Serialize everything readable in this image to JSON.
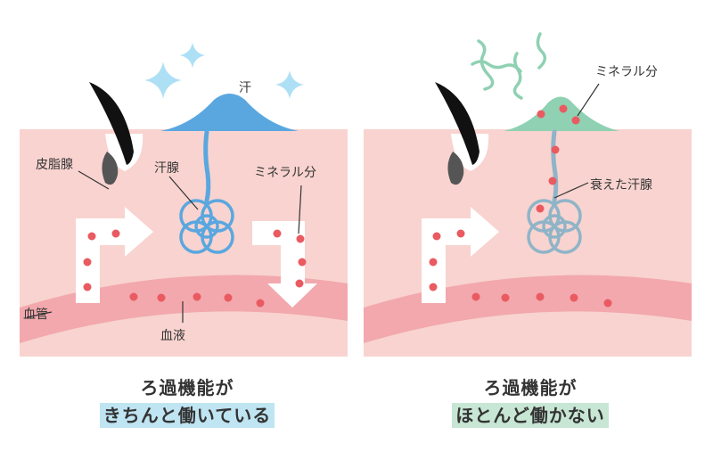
{
  "left_panel": {
    "labels": {
      "sweat": "汗",
      "sebaceous_gland": "皮脂腺",
      "sweat_gland": "汗腺",
      "minerals": "ミネラル分",
      "blood_vessel": "血管",
      "blood_plasma": "血液"
    },
    "caption": {
      "line1": "ろ過機能が",
      "line2": "きちんと働いている",
      "highlight_color": "#bfe4f2"
    }
  },
  "right_panel": {
    "labels": {
      "minerals": "ミネラル分",
      "weak_sweat_gland": "衰えた汗腺"
    },
    "caption": {
      "line1": "ろ過機能が",
      "line2": "ほとんど働かない",
      "highlight_color": "#c7e6d4"
    }
  },
  "colors": {
    "skin": "#f8d3cf",
    "vessel": "#f2a8ad",
    "mineral_dot": "#ea5a61",
    "healthy_sweat": "#5aa7df",
    "weak_sweat": "#8fb4c8",
    "odor_sweat": "#8fd1b2",
    "sparkle": "#aee0f5"
  }
}
